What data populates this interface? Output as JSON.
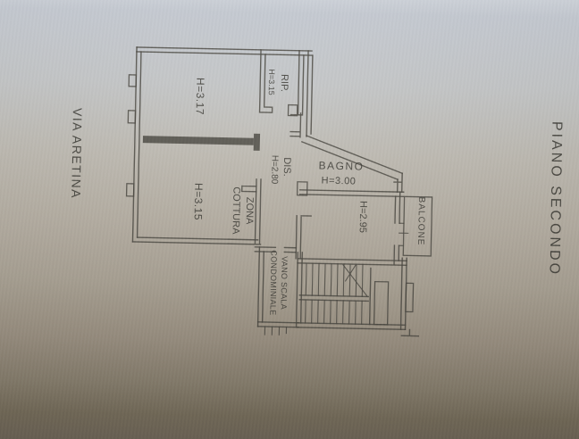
{
  "colors": {
    "paper_top": "#c6cbd3",
    "paper_mid": "#b3aca0",
    "paper_bottom": "#6a6154",
    "ink": "#45433c"
  },
  "labels": {
    "via_aretina": "VIA ARETINA",
    "piano_secondo": "PIANO SECONDO",
    "room_top_left_height": "H=3.17",
    "rip": "RIP.",
    "rip_height": "H=3.15",
    "dis": "DIS.",
    "dis_height": "H=2.80",
    "bagno": "BAGNO",
    "bagno_height": "H=3.00",
    "room_bottom_left_height": "H=3.15",
    "zona_cottura": "ZONA\nCOTTURA",
    "room_right_height": "H=2.95",
    "balcone": "BALCONE",
    "vano_scala": "VANO SCALA\nCONDOMINIALE"
  }
}
